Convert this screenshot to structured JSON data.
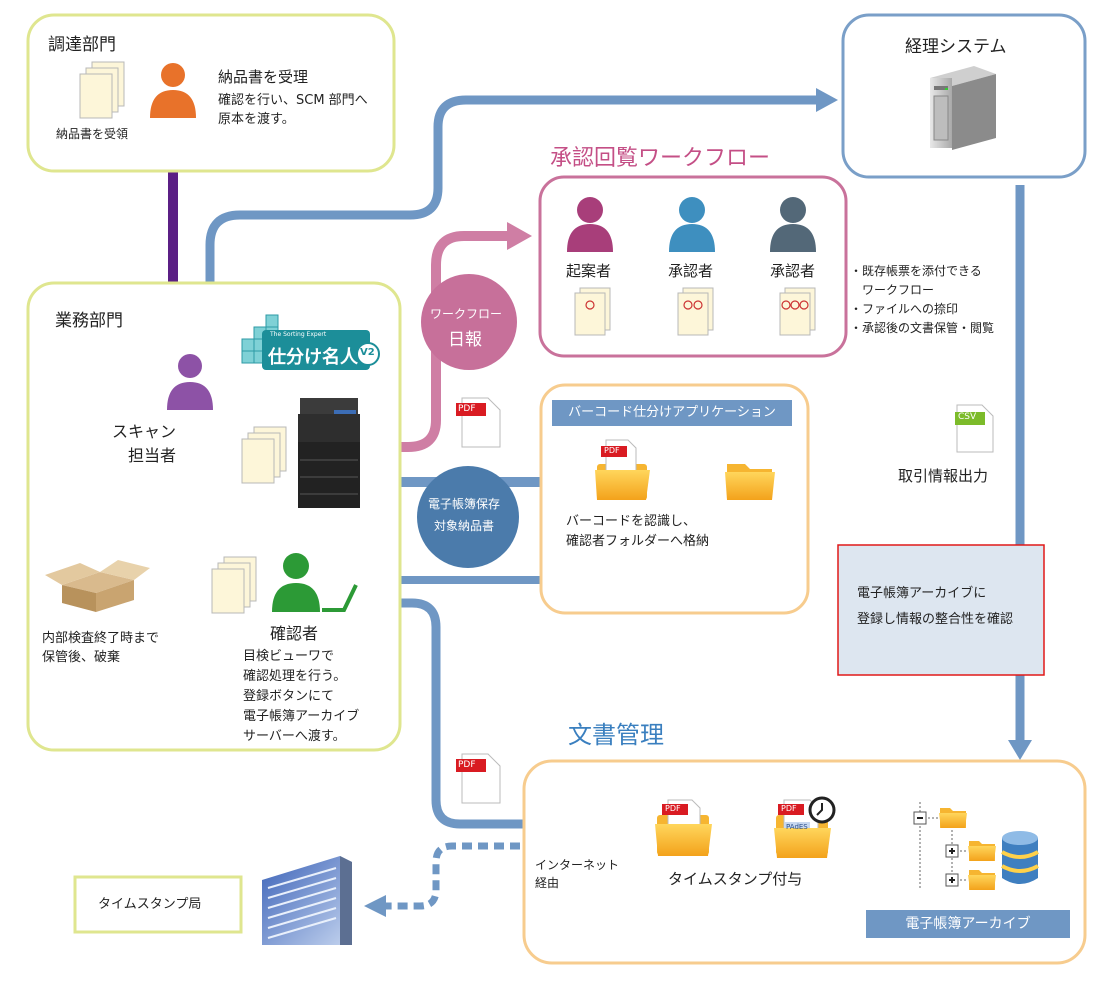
{
  "procurement": {
    "title": "調達部門",
    "action_title": "納品書を受理",
    "action_desc_1": "確認を行い、SCM 部門へ",
    "action_desc_2": "原本を渡す。",
    "receive_label": "納品書を受領"
  },
  "business": {
    "title": "業務部門",
    "scan_label_1": "スキャン",
    "scan_label_2": "担当者",
    "logo_text": "仕分け名人",
    "logo_sub": "The Sorting Expert",
    "logo_ver": "V2",
    "confirmer_label": "確認者",
    "confirmer_desc": [
      "目検ビューワで",
      "確認処理を行う。",
      "登録ボタンにて",
      "電子帳簿アーカイブ",
      "サーバーへ渡す。"
    ],
    "storage_desc_1": "内部検査終了時まで",
    "storage_desc_2": "保管後、破棄"
  },
  "accounting": {
    "title": "経理システム",
    "csv_label": "CSV",
    "output_label": "取引情報出力"
  },
  "workflow": {
    "title": "承認回覧ワークフロー",
    "roles": [
      "起案者",
      "承認者",
      "承認者"
    ],
    "features": [
      "・既存帳票を添付できる",
      "　ワークフロー",
      "・ファイルへの捺印",
      "・承認後の文書保管・閲覧"
    ],
    "circle_line1": "ワークフロー",
    "circle_line2": "日報"
  },
  "barcode": {
    "title": "バーコード仕分けアプリケーション",
    "desc_1": "バーコードを認識し、",
    "desc_2": "確認者フォルダーへ格納"
  },
  "ebook_circle": {
    "line1": "電子帳簿保存",
    "line2": "対象納品書"
  },
  "pdf_label": "PDF",
  "pades_label": "PAdES",
  "verify_box": {
    "line1": "電子帳簿アーカイブに",
    "line2": "登録し情報の整合性を確認"
  },
  "docmgmt": {
    "title": "文書管理",
    "timestamp_label": "タイムスタンプ付与",
    "internet_1": "インターネット",
    "internet_2": "経由",
    "archive_label": "電子帳簿アーカイブ"
  },
  "tsa": {
    "label": "タイムスタンプ局"
  },
  "colors": {
    "yellow_border": "#dfe68f",
    "orange_border": "#f7cc8e",
    "pink_border": "#c9729b",
    "blue_border": "#7a9fc8",
    "arrow_blue": "#6f97c4",
    "arrow_purple": "#5b1f85",
    "arrow_pink": "#cf7ea4"
  }
}
